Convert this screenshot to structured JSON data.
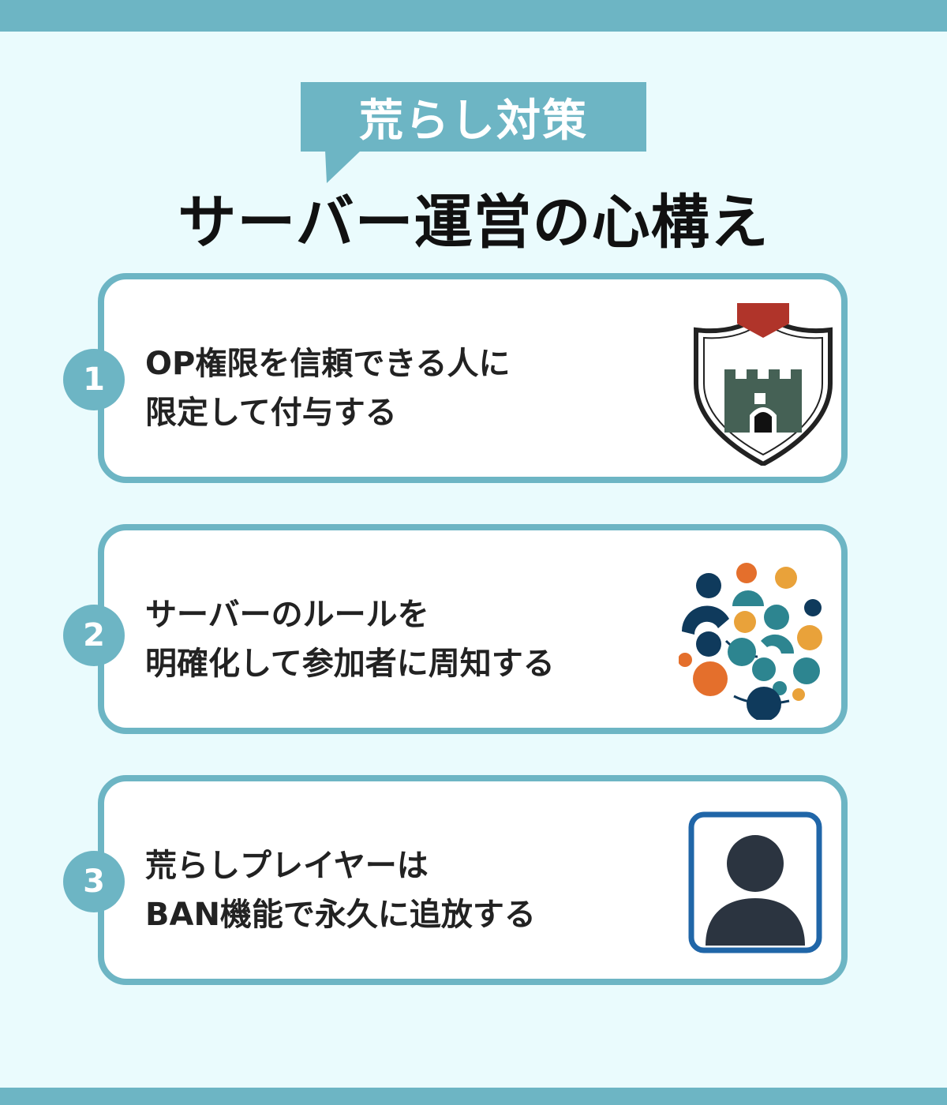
{
  "header": {
    "tag": "荒らし対策",
    "title": "サーバー運営の心構え"
  },
  "items": [
    {
      "number": "1",
      "line1": "OP権限を信頼できる人に",
      "line2": "限定して付与する",
      "icon": "shield-castle-icon"
    },
    {
      "number": "2",
      "line1": "サーバーのルールを",
      "line2": "明確化して参加者に周知する",
      "icon": "community-network-icon"
    },
    {
      "number": "3",
      "line1": "荒らしプレイヤーは",
      "line2": "BAN機能で永久に追放する",
      "icon": "user-avatar-icon"
    }
  ],
  "colors": {
    "accent": "#6db5c4",
    "background": "#eafbfd",
    "text": "#222222",
    "shield_red": "#b0342a",
    "castle_green": "#456155",
    "navy": "#0f3a5c",
    "teal": "#2d8590",
    "orange": "#e46f2c",
    "amber": "#e9a23a",
    "avatar_frame": "#2066a8",
    "avatar_fill": "#2b3440"
  }
}
